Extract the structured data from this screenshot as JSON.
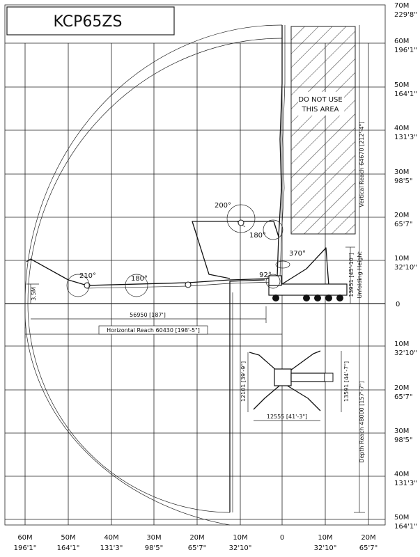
{
  "title": "KCP65ZS",
  "y_ticks": [
    {
      "m": "70M",
      "ft": "229'8\""
    },
    {
      "m": "60M",
      "ft": "196'1\""
    },
    {
      "m": "50M",
      "ft": "164'1\""
    },
    {
      "m": "40M",
      "ft": "131'3\""
    },
    {
      "m": "30M",
      "ft": "98'5\""
    },
    {
      "m": "20M",
      "ft": "65'7\""
    },
    {
      "m": "10M",
      "ft": "32'10\""
    },
    {
      "m": "0",
      "ft": ""
    },
    {
      "m": "10M",
      "ft": "32'10\""
    },
    {
      "m": "20M",
      "ft": "65'7\""
    },
    {
      "m": "30M",
      "ft": "98'5\""
    },
    {
      "m": "40M",
      "ft": "131'3\""
    },
    {
      "m": "50M",
      "ft": "164'1\""
    }
  ],
  "x_ticks": [
    {
      "m": "60M",
      "ft": "196'1\""
    },
    {
      "m": "50M",
      "ft": "164'1\""
    },
    {
      "m": "40M",
      "ft": "131'3\""
    },
    {
      "m": "30M",
      "ft": "98'5\""
    },
    {
      "m": "20M",
      "ft": "65'7\""
    },
    {
      "m": "10M",
      "ft": "32'10\""
    },
    {
      "m": "0",
      "ft": ""
    },
    {
      "m": "10M",
      "ft": "32'10\""
    },
    {
      "m": "20M",
      "ft": "65'7\""
    }
  ],
  "no_use_area": [
    "DO NOT USE",
    "THIS AREA"
  ],
  "angles": {
    "a200": "200°",
    "a180_top": "180°",
    "a370": "370°",
    "a92": "92°",
    "a210": "210°",
    "a180_left": "180°"
  },
  "dimensions": {
    "h_3_5m": "3.5M",
    "reach_56950": "56950 [187']",
    "horizontal_reach": "Horizontal Reach 60430 [198'-5\"]",
    "vertical_reach": "Vertical Reach 64670 [212'-4\"]",
    "unfolding_height": "13951 [45'-10\"]",
    "unfolding_label": "Unfolding Height",
    "depth_reach": "Depth Reach 48000 [157'-7\"]",
    "outrigger_12101": "12101 [39'-9\"]",
    "outrigger_13591": "13591 [44'-7\"]",
    "outrigger_12555": "12555 [41'-3\"]"
  }
}
